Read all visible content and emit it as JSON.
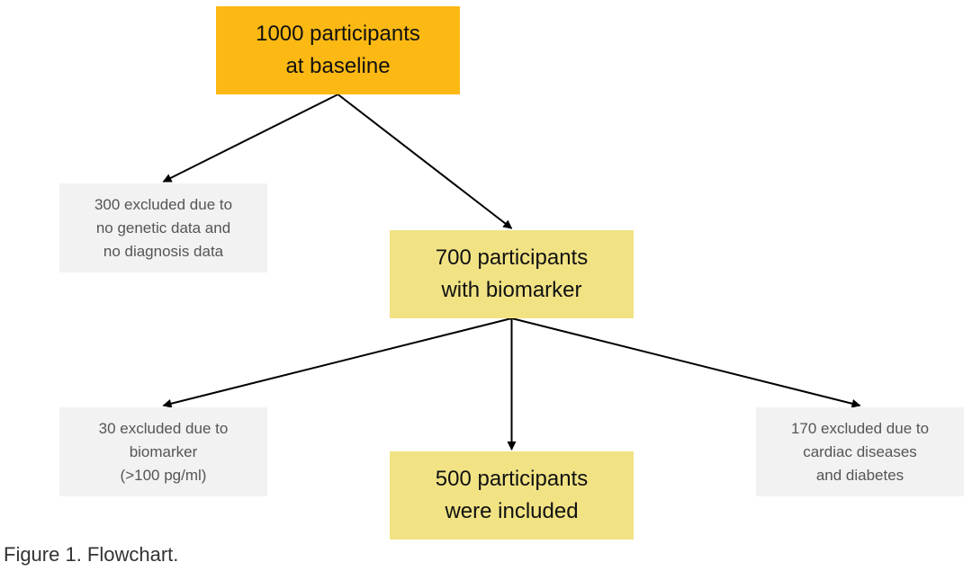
{
  "colors": {
    "top_box": "#FDB913",
    "stage_box": "#F1E384",
    "excluded_box": "#F2F2F2",
    "arrow": "#000000"
  },
  "nodes": {
    "baseline": {
      "lines": [
        "1000 participants",
        "at baseline"
      ]
    },
    "excluded_genetic": {
      "lines": [
        "300 excluded due to",
        "no genetic data and",
        "no diagnosis data"
      ]
    },
    "biomarker": {
      "lines": [
        "700 participants",
        "with biomarker"
      ]
    },
    "excluded_biomarker": {
      "lines": [
        "30 excluded due to",
        "biomarker",
        "(>100 pg/ml)"
      ]
    },
    "included": {
      "lines": [
        "500 participants",
        "were included"
      ]
    },
    "excluded_cardiac": {
      "lines": [
        "170 excluded due to",
        "cardiac diseases",
        "and diabetes"
      ]
    }
  },
  "edges": [
    {
      "from": "baseline",
      "to": "excluded_genetic"
    },
    {
      "from": "baseline",
      "to": "biomarker"
    },
    {
      "from": "biomarker",
      "to": "excluded_biomarker"
    },
    {
      "from": "biomarker",
      "to": "included"
    },
    {
      "from": "biomarker",
      "to": "excluded_cardiac"
    }
  ],
  "caption": "Figure 1. Flowchart."
}
